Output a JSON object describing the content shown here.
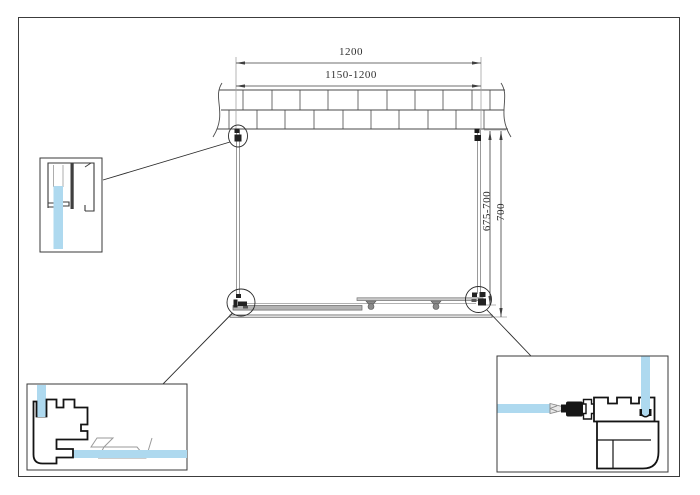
{
  "drawing": {
    "dimensions": {
      "width_total": "1200",
      "width_range": "1150-1200",
      "depth_range": "675-700",
      "depth_total": "700"
    },
    "colors": {
      "glass": "#aed9ef",
      "glass_edge": "#8fc2e0",
      "drawing_line": "#3f3f3f",
      "profile_dark": "#141414",
      "ghost_line": "#9a9a9a",
      "gray_bar": "#b3b3b3",
      "page_border": "#3c3c3c",
      "background": "#ffffff"
    }
  }
}
